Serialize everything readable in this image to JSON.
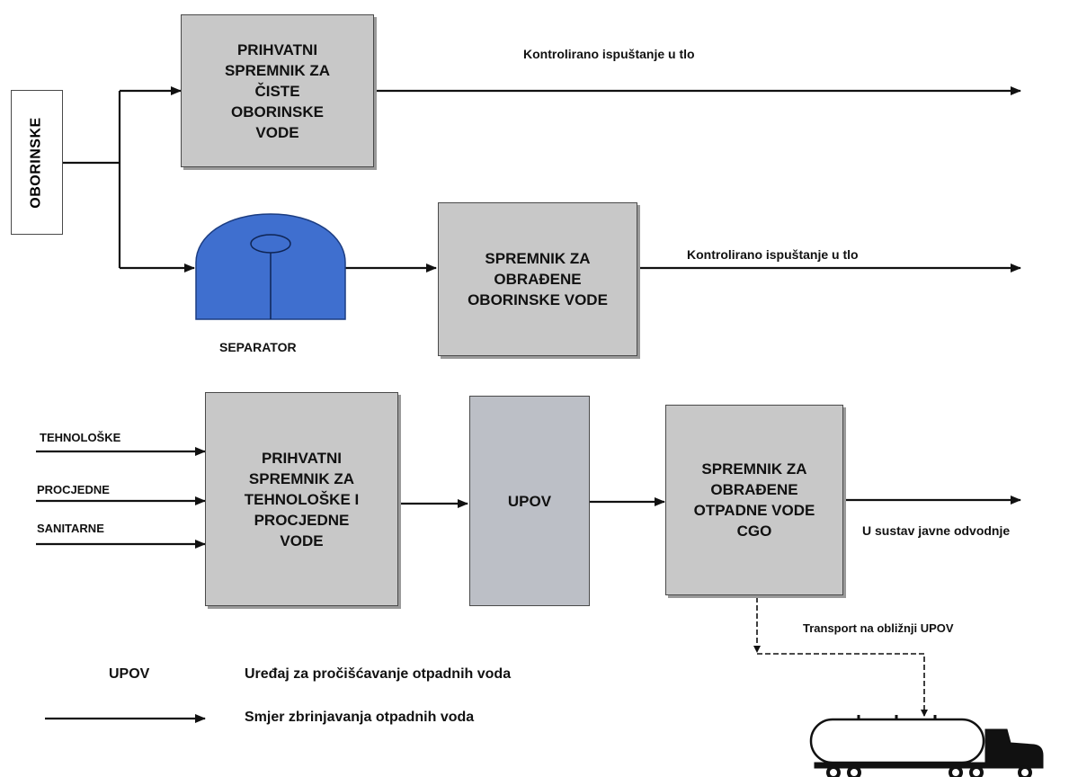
{
  "source_box": {
    "label": "OBORINSKE"
  },
  "boxes": {
    "clean_tank": {
      "label": "PRIHVATNI\nSPREMNIK ZA\nČISTE\nOBORINSKE\nVODE"
    },
    "treated_storm_tank": {
      "label": "SPREMNIK ZA\nOBRAĐENE\nOBORINSKE VODE"
    },
    "tech_tank": {
      "label": "PRIHVATNI\nSPREMNIK ZA\nTEHNOLOŠKE I\nPROCJEDNE\nVODE"
    },
    "upov": {
      "label": "UPOV"
    },
    "treated_waste_tank": {
      "label": "SPREMNIK ZA\nOBRAĐENE\nOTPADNE VODE\nCGO"
    }
  },
  "labels": {
    "separator": "SEPARATOR",
    "discharge_1": "Kontrolirano ispuštanje u tlo",
    "discharge_2": "Kontrolirano ispuštanje u tlo",
    "public_sewer": "U sustav javne odvodnje",
    "transport": "Transport na obližnji UPOV"
  },
  "inputs": [
    "TEHNOLOŠKE",
    "PROCJEDNE",
    "SANITARNE"
  ],
  "legend": {
    "abbr": "UPOV",
    "abbr_meaning": "Uređaj za pročišćavanje otpadnih voda",
    "arrow_meaning": "Smjer zbrinjavanja otpadnih voda"
  },
  "icons": {
    "separator": "separator-tank-icon",
    "truck": "tanker-truck-icon"
  },
  "colors": {
    "box_fill": "#c8c8c8",
    "upov_fill": "#bcbfc6",
    "separator_fill": "#3f6fcf",
    "line": "#111111"
  }
}
